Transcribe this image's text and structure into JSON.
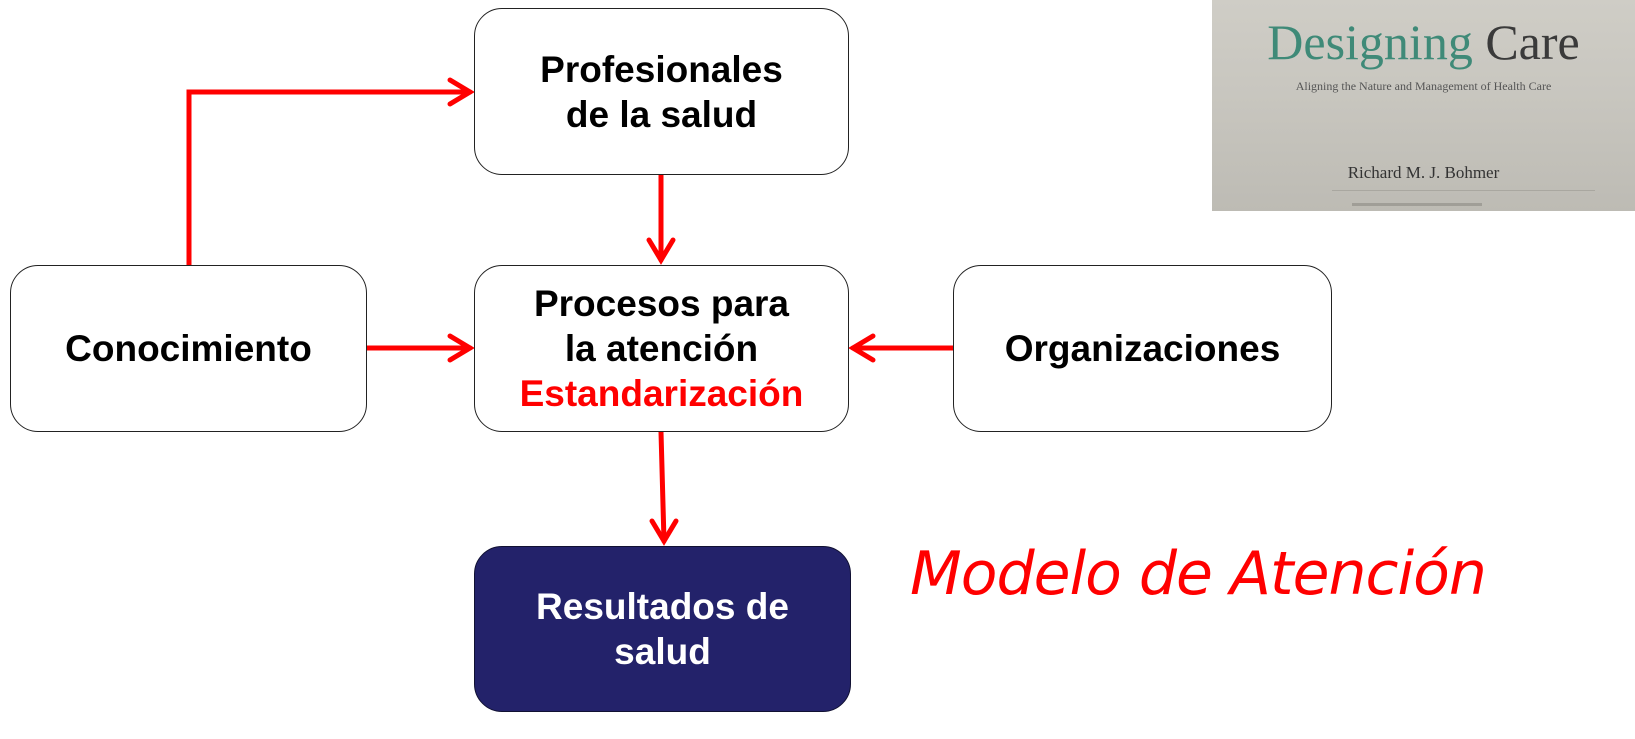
{
  "diagram": {
    "nodes": {
      "profesionales": {
        "line1": "Profesionales",
        "line2": "de la salud"
      },
      "procesos": {
        "line1": "Procesos para",
        "line2": "la atención",
        "highlight": "Estandarización"
      },
      "conocimiento": {
        "label": "Conocimiento"
      },
      "organizaciones": {
        "label": "Organizaciones"
      },
      "resultados": {
        "line1": "Resultados de",
        "line2": "salud"
      }
    },
    "edges": [
      {
        "from": "conocimiento",
        "to": "profesionales"
      },
      {
        "from": "profesionales",
        "to": "procesos"
      },
      {
        "from": "conocimiento",
        "to": "procesos"
      },
      {
        "from": "organizaciones",
        "to": "procesos"
      },
      {
        "from": "procesos",
        "to": "resultados"
      }
    ],
    "title": "Modelo de Atención"
  },
  "book": {
    "title_part1": "Designing",
    "title_part2": "Care",
    "subtitle": "Aligning the Nature and Management of Health Care",
    "author": "Richard M. J. Bohmer"
  },
  "colors": {
    "arrow": "#ff0000",
    "highlight_text": "#ff0000",
    "result_box": "#23226a",
    "book_title": "#3f8a78"
  }
}
